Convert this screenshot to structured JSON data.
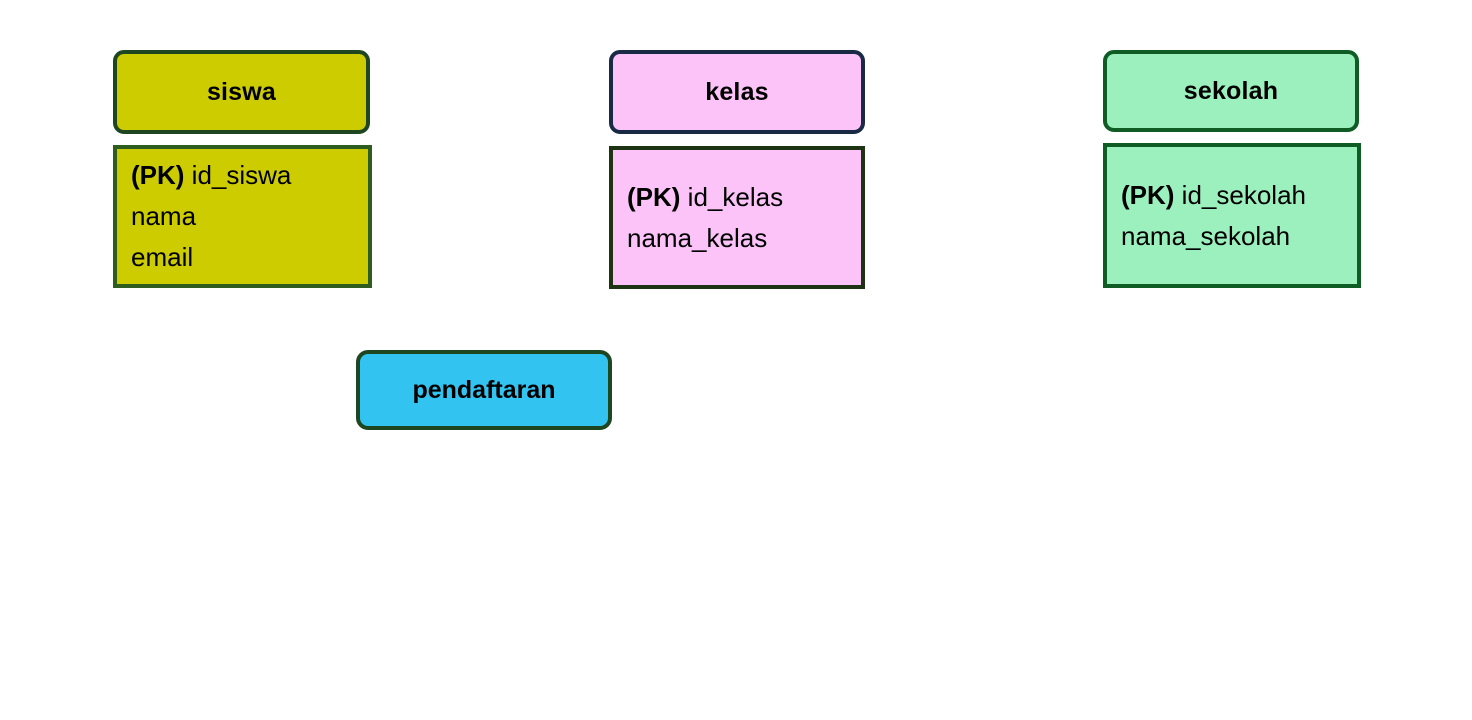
{
  "diagram": {
    "type": "entity-relationship-diagram",
    "background_color": "#ffffff",
    "entities": [
      {
        "id": "siswa",
        "name": "siswa",
        "fill_color": "#cccc00",
        "header_border_color": "#1e4620",
        "attrs_border_color": "#2f5d1f",
        "attributes": [
          {
            "key": "(PK)",
            "name": "id_siswa"
          },
          {
            "key": "",
            "name": "nama"
          },
          {
            "key": "",
            "name": "email"
          }
        ]
      },
      {
        "id": "kelas",
        "name": "kelas",
        "fill_color": "#fbc3f7",
        "header_border_color": "#1b2a44",
        "attrs_border_color": "#1e3314",
        "attributes": [
          {
            "key": "(PK)",
            "name": "id_kelas"
          },
          {
            "key": "",
            "name": "nama_kelas"
          }
        ]
      },
      {
        "id": "sekolah",
        "name": "sekolah",
        "fill_color": "#9cf0be",
        "header_border_color": "#0f5c25",
        "attrs_border_color": "#0f5c25",
        "attributes": [
          {
            "key": "(PK)",
            "name": "id_sekolah"
          },
          {
            "key": "",
            "name": "nama_sekolah"
          }
        ]
      }
    ],
    "relationships": [
      {
        "id": "pendaftaran",
        "name": "pendaftaran",
        "fill_color": "#33c3f0",
        "border_color": "#1e4620"
      }
    ]
  }
}
